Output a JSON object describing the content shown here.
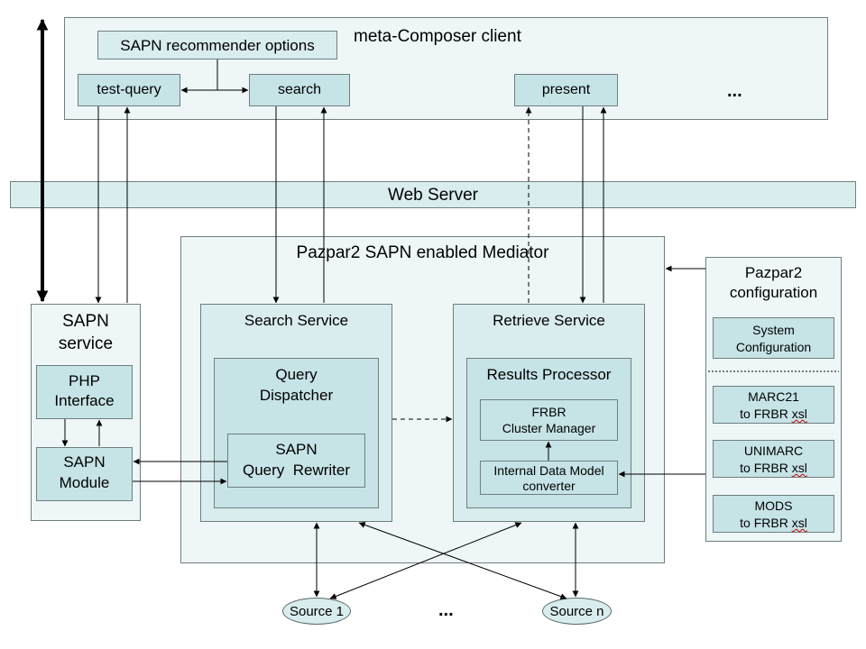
{
  "client": {
    "title": "meta-Composer client",
    "recommender_options": "SAPN recommender options",
    "test_query": "test-query",
    "search": "search",
    "present": "present",
    "more": "..."
  },
  "web_server": "Web Server",
  "mediator": {
    "title": "Pazpar2 SAPN enabled Mediator",
    "search_service": "Search Service",
    "query_dispatcher": [
      "Query",
      "Dispatcher"
    ],
    "query_rewriter": [
      "SAPN",
      "Query  Rewriter"
    ],
    "retrieve_service": "Retrieve Service",
    "results_processor": "Results Processor",
    "frbr_cluster": [
      "FRBR",
      "Cluster Manager"
    ],
    "internal_converter": [
      "Internal Data Model",
      "converter"
    ]
  },
  "sapn_service": {
    "title": [
      "SAPN",
      "service"
    ],
    "php_interface": [
      "PHP",
      "Interface"
    ],
    "sapn_module": [
      "SAPN",
      "Module"
    ]
  },
  "configuration": {
    "title": [
      "Pazpar2",
      "configuration"
    ],
    "system": [
      "System",
      "Configuration"
    ],
    "marc21": [
      "MARC21",
      "to FRBR ",
      "xsl"
    ],
    "unimarc": [
      "UNIMARC",
      "to FRBR ",
      "xsl"
    ],
    "mods": [
      "MODS",
      "to FRBR ",
      "xsl"
    ]
  },
  "sources": {
    "source1": "Source 1",
    "more": "...",
    "sourcen": "Source n"
  }
}
